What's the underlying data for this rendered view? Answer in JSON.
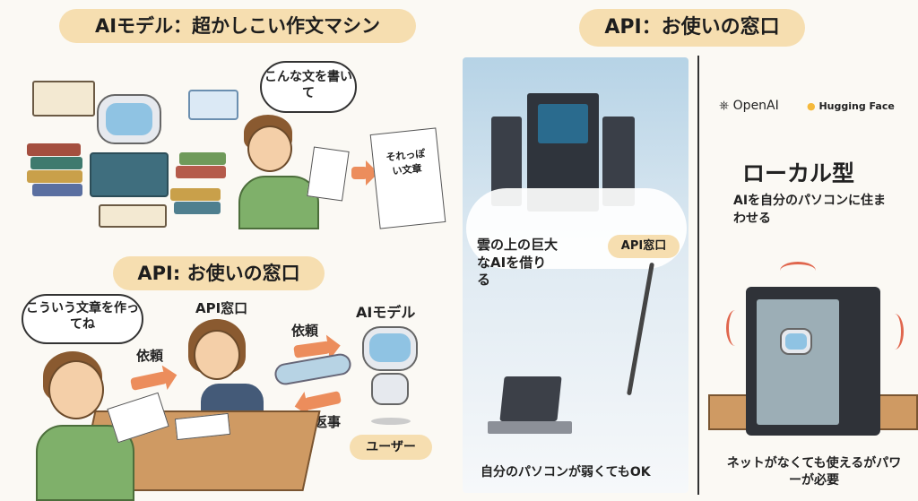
{
  "top_left": {
    "title": "AIモデル：超かしこい作文マシン",
    "speech_bubble": "こんな文を書いて",
    "output_paper": "それっぽい文章"
  },
  "bottom_left": {
    "title": "API: お使いの窓口",
    "speech_bubble": "こういう文章を作ってね",
    "clerk_label": "API窓口",
    "model_label": "AIモデル",
    "request_label_1": "依頼",
    "request_label_2": "依頼",
    "reply_label": "返事",
    "user_badge": "ユーザー"
  },
  "middle": {
    "title": "API：お使いの窓口",
    "cloud_text": "雲の上の巨大なAIを借りる",
    "window_label": "API窓口",
    "caption": "自分のパソコンが弱くてもOK"
  },
  "right": {
    "logos": [
      "OpenAI",
      "Hugging Face"
    ],
    "title": "ローカル型",
    "subtitle": "AIを自分のパソコンに住まわせる",
    "caption": "ネットがなくても使えるがパワーが必要"
  }
}
